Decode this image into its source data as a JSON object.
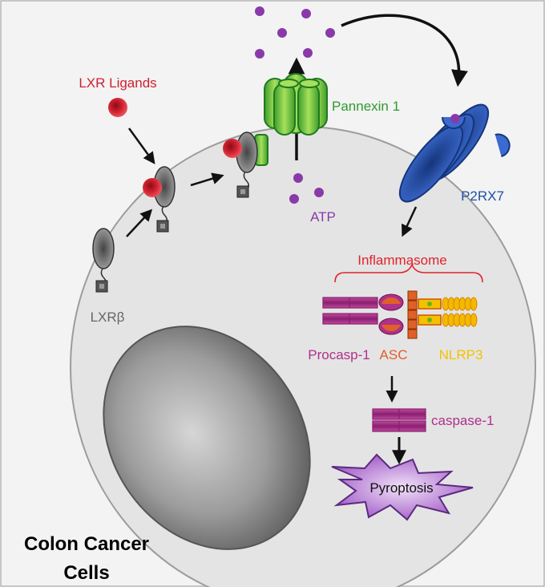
{
  "labels": {
    "lxr_ligands": "LXR Ligands",
    "pannexin": "Pannexin 1",
    "p2rx7": "P2RX7",
    "atp": "ATP",
    "lxr_beta": "LXRβ",
    "inflammasome": "Inflammasome",
    "procasp": "Procasp-1",
    "asc": "ASC",
    "nlrp3": "NLRP3",
    "caspase": "caspase-1",
    "pyroptosis": "Pyroptosis",
    "cell_line1": "Colon Cancer",
    "cell_line2": "Cells"
  },
  "colors": {
    "cell_fill": "#e4e4e4",
    "ligand_red": "#d0202f",
    "pannexin_green": "#2e9b2e",
    "p2rx7_blue": "#1f4fa8",
    "atp_purple": "#8a3aa8",
    "procasp_magenta": "#b0308a",
    "asc_orange": "#e0602a",
    "nlrp3_yellow": "#f2c200",
    "pyroptosis_violet": "#9b4fc2"
  }
}
